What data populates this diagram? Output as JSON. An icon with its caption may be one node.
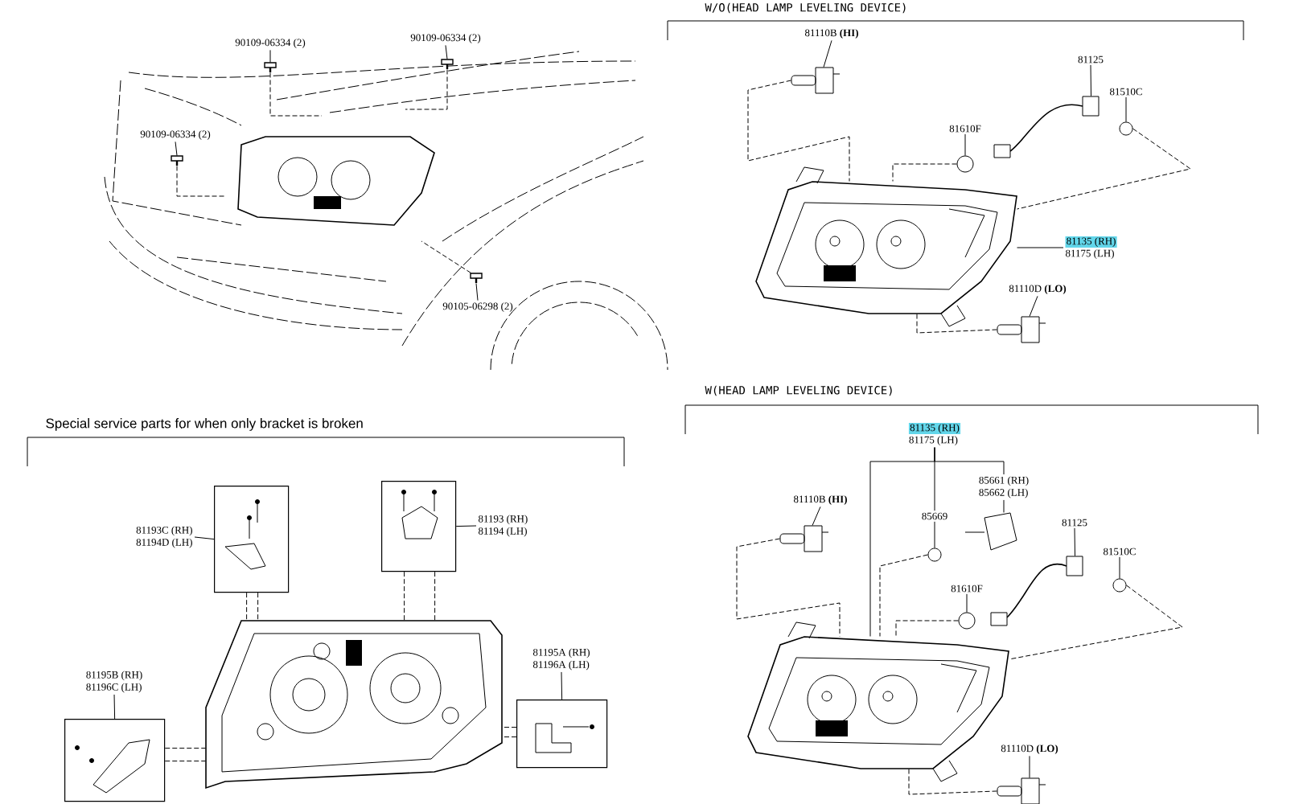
{
  "diagram": {
    "nodes": [
      {
        "text": [
          "90109-06334 (2)"
        ]
      },
      {
        "text": [
          "90109-06334 (2)"
        ]
      },
      {
        "text": [
          "90109-06334 (2)"
        ]
      },
      {
        "text": [
          "90105-06298 (2)"
        ]
      },
      {
        "text": [
          "81110B **(HI)**"
        ]
      },
      {
        "text": [
          "81125"
        ]
      },
      {
        "text": [
          "81510C"
        ]
      },
      {
        "text": [
          "81610F"
        ]
      },
      {
        "text": [
          "81135 (RH)",
          "81175 (LH)"
        ]
      },
      {
        "text": [
          "81110D **(LO)**"
        ]
      },
      {
        "text": [
          "81193C (RH)",
          "81194D (LH)"
        ]
      },
      {
        "text": [],
        "shape": "box"
      },
      {
        "text": [],
        "shape": "box"
      },
      {
        "text": [
          "81193 (RH)",
          "81194 (LH)"
        ]
      },
      {
        "text": [
          "81195B (RH)",
          "81196C (LH)"
        ]
      },
      {
        "text": [],
        "shape": "box"
      },
      {
        "text": [
          "81195A (RH)",
          "81196A (LH)"
        ]
      },
      {
        "text": [],
        "shape": "box"
      },
      {
        "text": [
          "81135 (RH)",
          "81175 (LH)"
        ]
      },
      {
        "text": [
          "81110B **(HI)**"
        ]
      },
      {
        "text": [
          "85669"
        ]
      },
      {
        "text": [
          "85661 (RH)",
          "85662 (LH)"
        ]
      },
      {
        "text": [
          "81125"
        ]
      },
      {
        "text": [
          "81510C"
        ]
      },
      {
        "text": [
          "81610F"
        ]
      },
      {
        "text": [
          "81110D **(LO)**"
        ]
      },
      {
        "text": [],
        "shape": "picture"
      },
      {
        "text": [],
        "shape": "picture"
      },
      {
        "text": [],
        "shape": "picture"
      },
      {
        "text": [],
        "shape": "picture"
      },
      {
        "text": [],
        "shape": "picture"
      },
      {
        "text": [],
        "shape": "picture"
      },
      {
        "text": [],
        "shape": "circle"
      },
      {
        "text": [],
        "shape": "circle"
      },
      {
        "text": [],
        "shape": "picture"
      },
      {
        "text": [],
        "shape": "picture"
      },
      {
        "text": [],
        "shape": "picture"
      },
      {
        "text": [],
        "shape": "picture"
      },
      {
        "text": [],
        "shape": "circle"
      },
      {
        "text": [],
        "shape": "picture"
      },
      {
        "text": [],
        "shape": "picture"
      },
      {
        "text": [],
        "shape": "circle"
      },
      {
        "text": [],
        "shape": "circle"
      },
      {
        "text": [],
        "shape": "picture"
      },
      {
        "text": [],
        "shape": "picture"
      }
    ],
    "edges": [
      {
        "from": 0,
        "to": 26,
        "arrow": "none"
      },
      {
        "from": 1,
        "to": 27,
        "arrow": "none"
      },
      {
        "from": 2,
        "to": 28,
        "arrow": "none"
      },
      {
        "from": 3,
        "to": 29,
        "arrow": "none"
      },
      {
        "from": 4,
        "to": 30,
        "arrow": "none"
      },
      {
        "from": 5,
        "to": 31,
        "arrow": "none"
      },
      {
        "from": 6,
        "to": 32,
        "arrow": "none"
      },
      {
        "from": 7,
        "to": 33,
        "arrow": "none"
      },
      {
        "from": 8,
        "to": 34,
        "arrow": "none"
      },
      {
        "from": 9,
        "to": 35,
        "arrow": "none"
      },
      {
        "from": 10,
        "to": 11,
        "arrow": "none"
      },
      {
        "from": 13,
        "to": 12,
        "arrow": "none"
      },
      {
        "from": 14,
        "to": 15,
        "arrow": "none"
      },
      {
        "from": 16,
        "to": 17,
        "arrow": "none"
      },
      {
        "from": 18,
        "to": 20,
        "arrow": "none"
      },
      {
        "from": 18,
        "to": 21,
        "arrow": "none"
      },
      {
        "from": 18,
        "to": 36,
        "arrow": "none"
      },
      {
        "from": 19,
        "to": 37,
        "arrow": "none"
      },
      {
        "from": 20,
        "to": 38,
        "arrow": "none"
      },
      {
        "from": 21,
        "to": 39,
        "arrow": "none"
      },
      {
        "from": 22,
        "to": 40,
        "arrow": "none"
      },
      {
        "from": 23,
        "to": 41,
        "arrow": "none"
      },
      {
        "from": 24,
        "to": 42,
        "arrow": "none"
      },
      {
        "from": 25,
        "to": 43,
        "arrow": "none"
      },
      {
        "from": 26,
        "to": null,
        "arrow": "none",
        "style": "dashed"
      },
      {
        "from": 27,
        "to": null,
        "arrow": "none",
        "style": "dashed"
      },
      {
        "from": 28,
        "to": null,
        "arrow": "none",
        "style": "dashed"
      },
      {
        "from": 29,
        "to": null,
        "arrow": "none",
        "style": "dashed"
      },
      {
        "from": 30,
        "to": 34,
        "arrow": "none",
        "style": "dashed"
      },
      {
        "from": 33,
        "to": 34,
        "arrow": "none",
        "style": "dashed"
      },
      {
        "from": 32,
        "to": 34,
        "arrow": "none",
        "style": "dashed"
      },
      {
        "from": 35,
        "to": 34,
        "arrow": "none",
        "style": "dashed"
      },
      {
        "from": 37,
        "to": 36,
        "arrow": "none",
        "style": "dashed"
      },
      {
        "from": 38,
        "to": 36,
        "arrow": "none",
        "style": "dashed"
      },
      {
        "from": 42,
        "to": 36,
        "arrow": "none",
        "style": "dashed"
      },
      {
        "from": 41,
        "to": 36,
        "arrow": "none",
        "style": "dashed"
      },
      {
        "from": 43,
        "to": 36,
        "arrow": "none",
        "style": "dashed"
      },
      {
        "from": 11,
        "to": 44,
        "arrow": "none",
        "style": "dashed"
      },
      {
        "from": 11,
        "to": 44,
        "arrow": "none",
        "style": "dashed"
      },
      {
        "from": 12,
        "to": 44,
        "arrow": "none",
        "style": "dashed"
      },
      {
        "from": 12,
        "to": 44,
        "arrow": "none",
        "style": "dashed"
      },
      {
        "from": 15,
        "to": 44,
        "arrow": "none",
        "style": "dashed"
      },
      {
        "from": 15,
        "to": 44,
        "arrow": "none",
        "style": "dashed"
      },
      {
        "from": 17,
        "to": 44,
        "arrow": "none",
        "style": "dashed"
      },
      {
        "from": 17,
        "to": 44,
        "arrow": "none",
        "style": "dashed"
      }
    ],
    "labels": [
      "W/O(HEAD LAMP LEVELING DEVICE)",
      "Special service parts for when only bracket is broken",
      "W(HEAD LAMP LEVELING DEVICE)"
    ]
  }
}
